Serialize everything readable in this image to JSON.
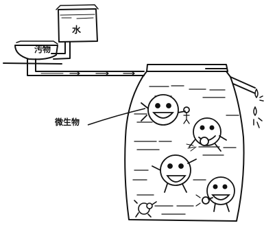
{
  "labels": {
    "water_tank": "水",
    "waste_inlet": "汚物",
    "microorganisms": "微生物"
  },
  "colors": {
    "ink": "#111111",
    "paper": "#ffffff"
  }
}
